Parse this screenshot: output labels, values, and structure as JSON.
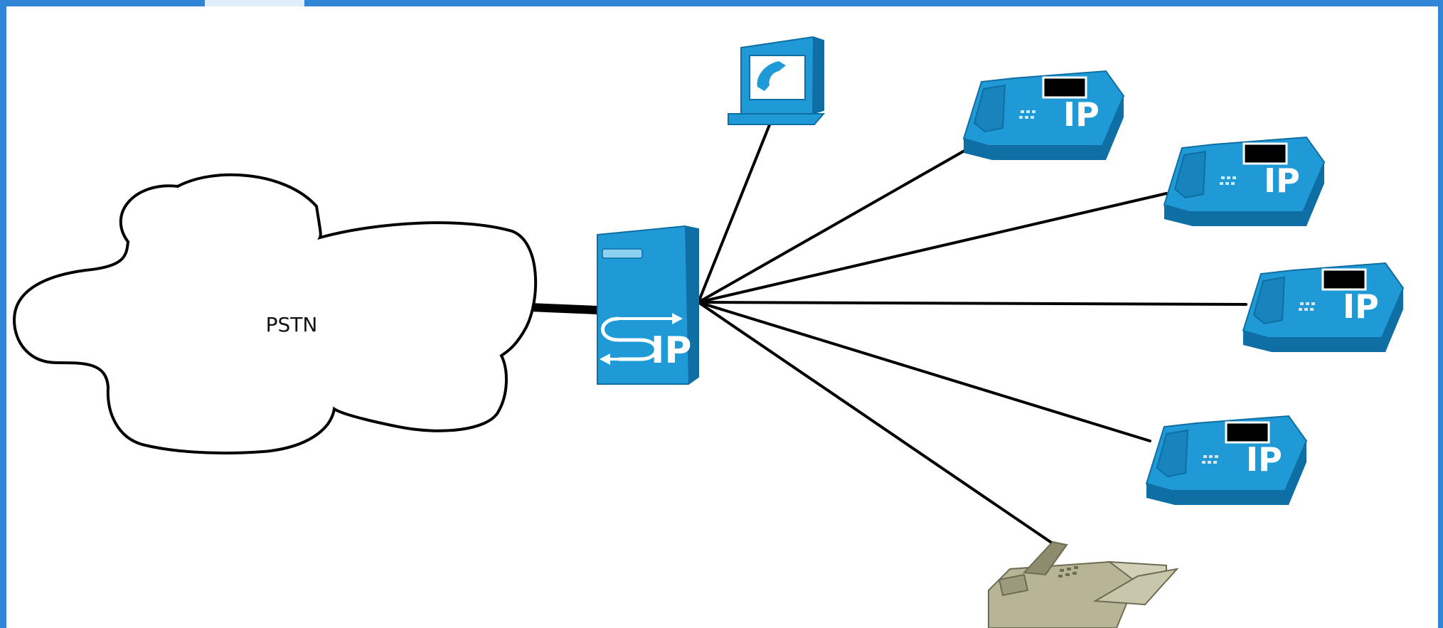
{
  "cloud": {
    "label": "PSTN"
  },
  "server": {
    "label": "IP"
  },
  "phones": [
    {
      "label": "IP"
    },
    {
      "label": "IP"
    },
    {
      "label": "IP"
    },
    {
      "label": "IP"
    }
  ],
  "icons": {
    "cloud": "cloud-icon",
    "server": "sip-server-icon",
    "softphone": "softphone-monitor-icon",
    "ip_phone": "ip-phone-icon",
    "fax": "fax-machine-icon"
  },
  "colors": {
    "frame": "#2f86d6",
    "device_blue": "#1f9ad6",
    "device_dark": "#0f6ea3",
    "fax": "#b7b596",
    "line": "#000000"
  }
}
